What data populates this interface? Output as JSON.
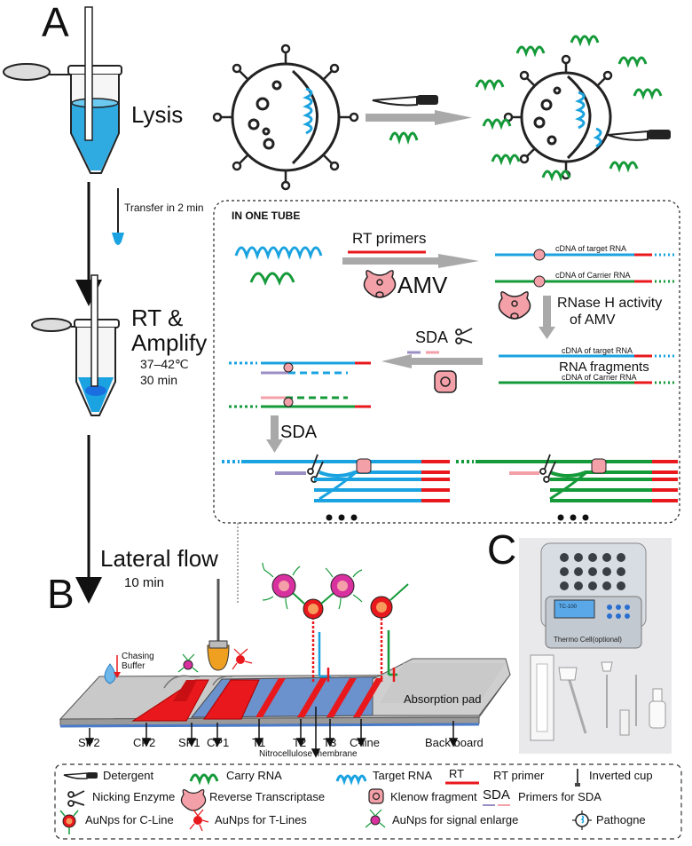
{
  "panels": {
    "a": "A",
    "b": "B",
    "c": "C"
  },
  "step1": {
    "label": "Lysis"
  },
  "transfer": {
    "label": "Transfer in 2 min"
  },
  "step2": {
    "line1": "RT &",
    "line2": "Amplify",
    "temp": "37–42℃",
    "time": "30 min"
  },
  "tube_box": {
    "title": "IN ONE TUBE",
    "rt_primers": "RT primers",
    "amv": "AMV",
    "rnase_line1": "RNase H activity",
    "rnase_line2": "of AMV",
    "cdna_target": "cDNA of target RNA",
    "cdna_carrier": "cDNA of Carrier RNA",
    "rna_fragments": "RNA fragments",
    "sda_top": "SDA",
    "sda_down": "SDA"
  },
  "lateral": {
    "label": "Lateral flow",
    "time": "10 min"
  },
  "strip": {
    "chasing_line1": "Chasing",
    "chasing_line2": "Buffer",
    "absorption_pad": "Absorption pad",
    "membrane": "Nitrocellulose membrane",
    "labels": [
      "SP2",
      "CP2",
      "SP1",
      "CP1",
      "T1",
      "T2",
      "T3",
      "C-line",
      "Back board"
    ]
  },
  "device": {
    "label": "Thermo Cell(optional)",
    "screen": "TC-100"
  },
  "legend": {
    "detergent": "Detergent",
    "carry_rna": "Carry RNA",
    "target_rna": "Target RNA",
    "rt_symbol": "RT",
    "rt_primer": "RT primer",
    "inverted_cup": "Inverted cup",
    "nicking": "Nicking Enzyme",
    "reverse_transcriptase": "Reverse Transcriptase",
    "klenow": "Klenow fragment",
    "sda_symbol": "SDA",
    "sda_primers": "Primers for SDA",
    "aunps_c": "AuNps for C-Line",
    "aunps_t": "AuNps for T-Lines",
    "aunps_signal": "AuNps for signal enlarge",
    "pathogen": "Pathogne"
  },
  "colors": {
    "blue": "#1aa3e0",
    "green": "#159a3a",
    "red": "#e8181c",
    "pink": "#f4a0a8",
    "purple": "#9b8ec4",
    "strip_blue": "#5f8cc8",
    "strip_grey": "#c8c8c8"
  }
}
